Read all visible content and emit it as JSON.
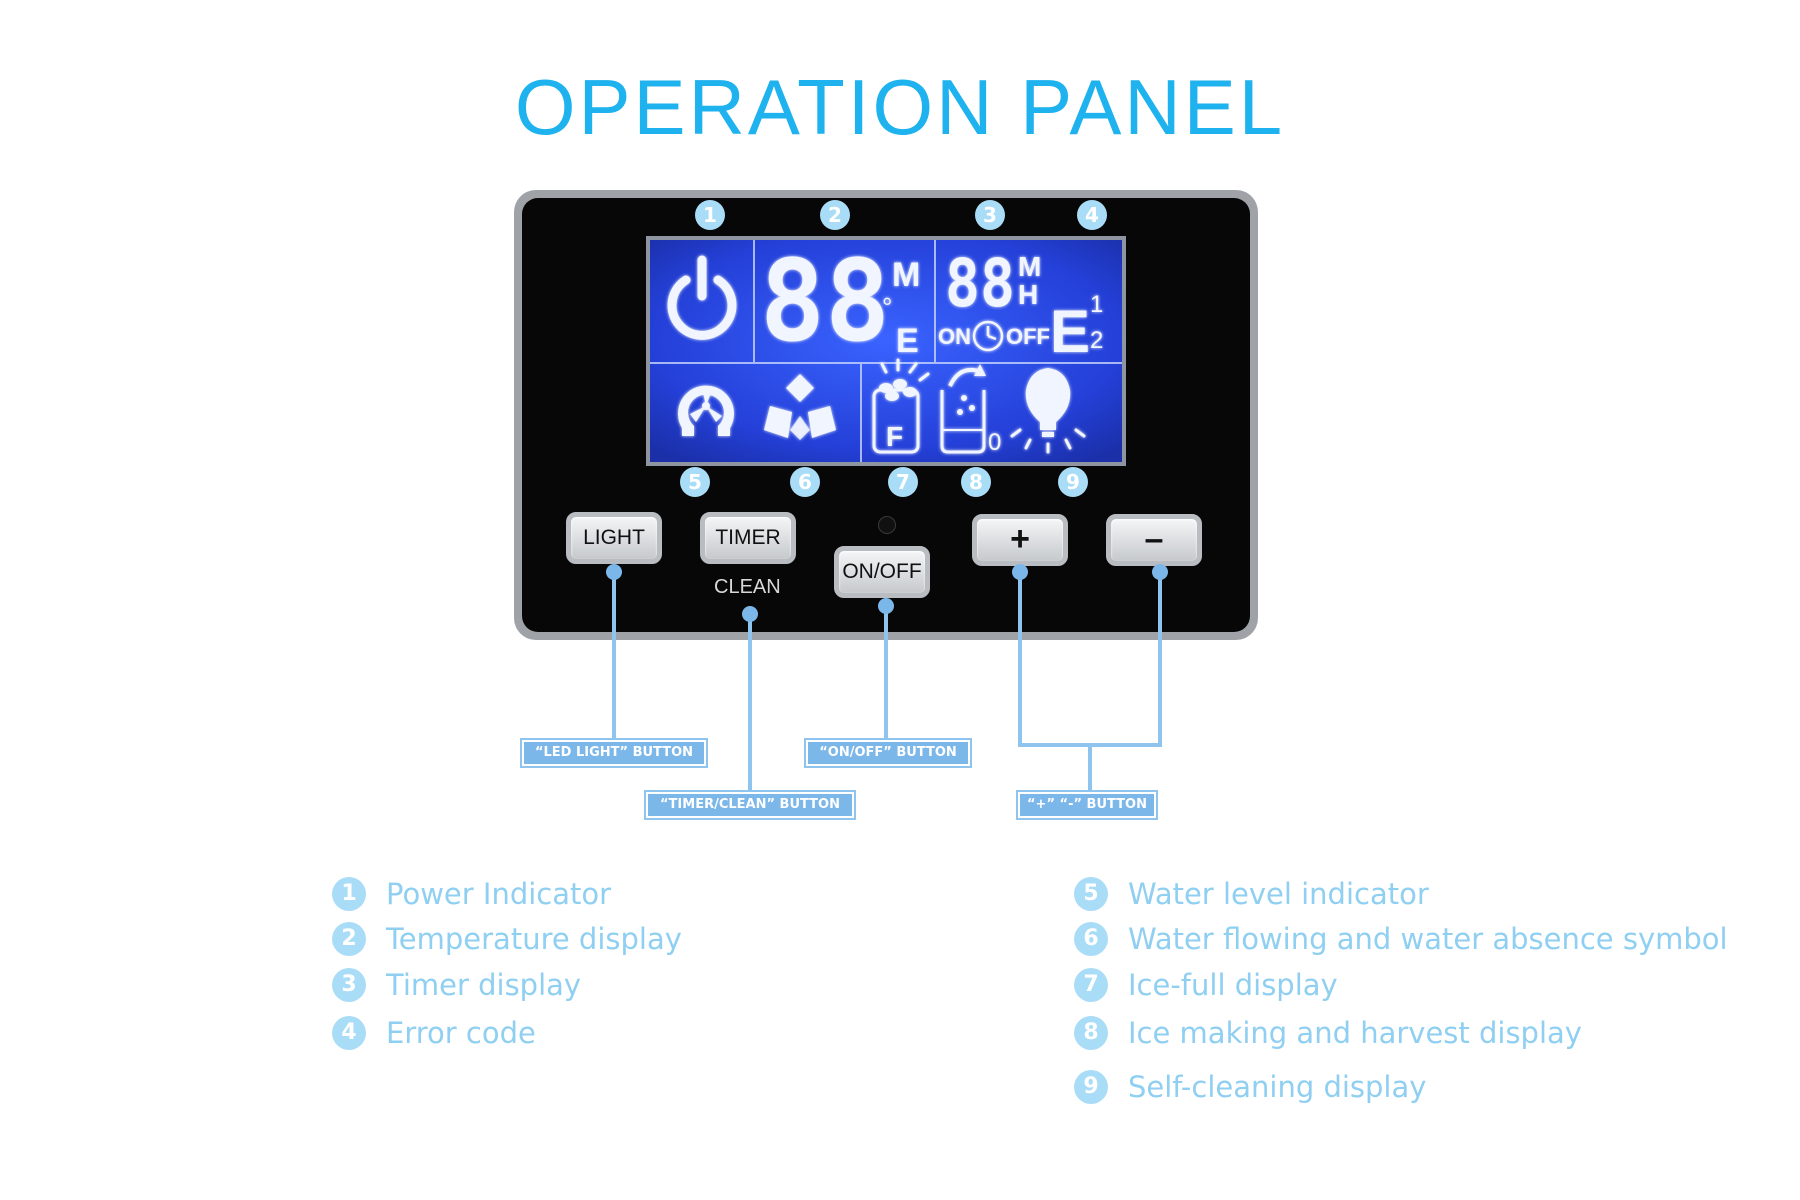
{
  "title": "OPERATION PANEL",
  "lcd": {
    "temp_digits": "88",
    "temp_unit_top": "M",
    "temp_unit_deg": "°",
    "temp_unit_bottom": "E",
    "timer_digits": "88",
    "timer_unit_m": "M",
    "timer_unit_h": "H",
    "timer_on": "ON",
    "timer_off": "OFF",
    "error_letter": "E",
    "error_1": "1",
    "error_2": "2",
    "icefull_letter": "F",
    "harvest_digit": "0"
  },
  "markers": {
    "top": [
      "1",
      "2",
      "3",
      "4"
    ],
    "bottom": [
      "5",
      "6",
      "7",
      "8",
      "9"
    ]
  },
  "buttons": {
    "light": "LIGHT",
    "timer": "TIMER",
    "clean": "CLEAN",
    "onoff": "ON/OFF",
    "plus": "+",
    "minus": "–"
  },
  "callouts": {
    "led_light": "“LED LIGHT” BUTTON",
    "onoff": "“ON/OFF” BUTTON",
    "timer_clean": "“TIMER/CLEAN” BUTTON",
    "plus_minus": "“+” “-” BUTTON"
  },
  "legend": [
    {
      "num": "1",
      "text": "Power Indicator"
    },
    {
      "num": "2",
      "text": "Temperature display"
    },
    {
      "num": "3",
      "text": "Timer display"
    },
    {
      "num": "4",
      "text": "Error code"
    },
    {
      "num": "5",
      "text": "Water level indicator"
    },
    {
      "num": "6",
      "text": "Water flowing and water absence symbol"
    },
    {
      "num": "7",
      "text": "Ice-full display"
    },
    {
      "num": "8",
      "text": "Ice making and harvest display"
    },
    {
      "num": "9",
      "text": "Self-cleaning display"
    }
  ],
  "colors": {
    "accent": "#1eb2ee",
    "lcd_bg": "#1f3dd6",
    "lcd_glow": "#e8f1ff",
    "callout": "#7cb7ea"
  }
}
